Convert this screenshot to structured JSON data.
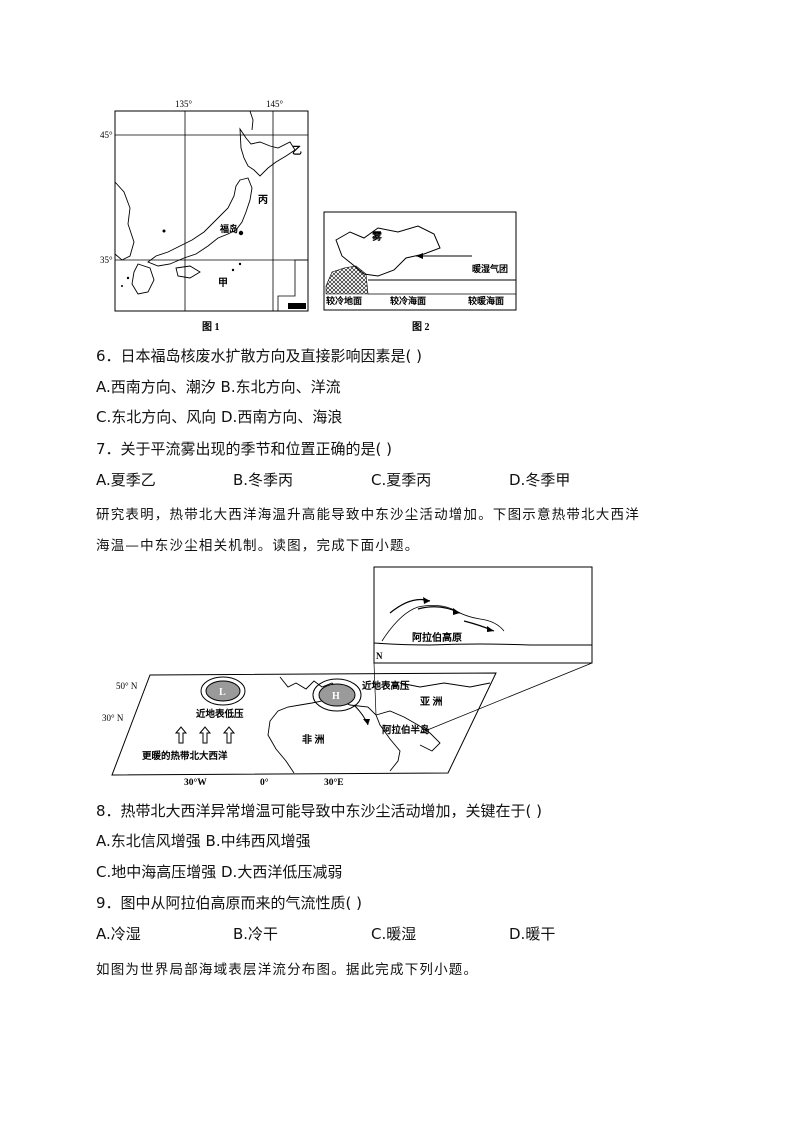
{
  "fig1": {
    "caption": "图 1",
    "lon_135": "135°",
    "lon_145": "145°",
    "lat_45": "45°",
    "lat_35": "35°",
    "label_yi": "乙",
    "label_bing": "丙",
    "label_jia": "甲",
    "label_fudao": "福岛"
  },
  "fig2": {
    "caption": "图 2",
    "fog": "雾",
    "warm_mass": "暖湿气团",
    "cold_land": "较冷地面",
    "cold_sea": "较冷海面",
    "warm_sea": "较暖海面"
  },
  "q6": {
    "stem": "6．日本福岛核废水扩散方向及直接影响因素是( )",
    "line1": "A.西南方向、潮汐  B.东北方向、洋流",
    "line2": "C.东北方向、风向  D.西南方向、海浪"
  },
  "q7": {
    "stem": "7．关于平流雾出现的季节和位置正确的是( )",
    "options": [
      "A.夏季乙",
      "B.冬季丙",
      "C.夏季丙",
      "D.冬季甲"
    ]
  },
  "intro1": {
    "line1": "研究表明，热带北大西洋海温升高能导致中东沙尘活动增加。下图示意热带北大西洋",
    "line2": "海温—中东沙尘相关机制。读图，完成下面小题。"
  },
  "fig3": {
    "lat_50": "50° N",
    "lat_30": "30° N",
    "lon_30w": "30°W",
    "lon_0": "0°",
    "lon_30e": "30°E",
    "low": "L",
    "high": "H",
    "near_low": "近地表低压",
    "near_high": "近地表高压",
    "warm_atlantic": "更暖的热带北大西洋",
    "africa": "非  洲",
    "asia": "亚  洲",
    "arabian_peninsula": "阿拉伯半岛",
    "arabian_plateau": "阿拉伯高原",
    "north": "N"
  },
  "q8": {
    "stem": "8．热带北大西洋异常增温可能导致中东沙尘活动增加，关键在于( )",
    "line1": "A.东北信风增强  B.中纬西风增强",
    "line2": "C.地中海高压增强  D.大西洋低压减弱"
  },
  "q9": {
    "stem": "9．图中从阿拉伯高原而来的气流性质( )",
    "options": [
      "A.冷湿",
      "B.冷干",
      "C.暖湿",
      "D.暖干"
    ]
  },
  "intro2": {
    "line1": "如图为世界局部海域表层洋流分布图。据此完成下列小题。"
  }
}
